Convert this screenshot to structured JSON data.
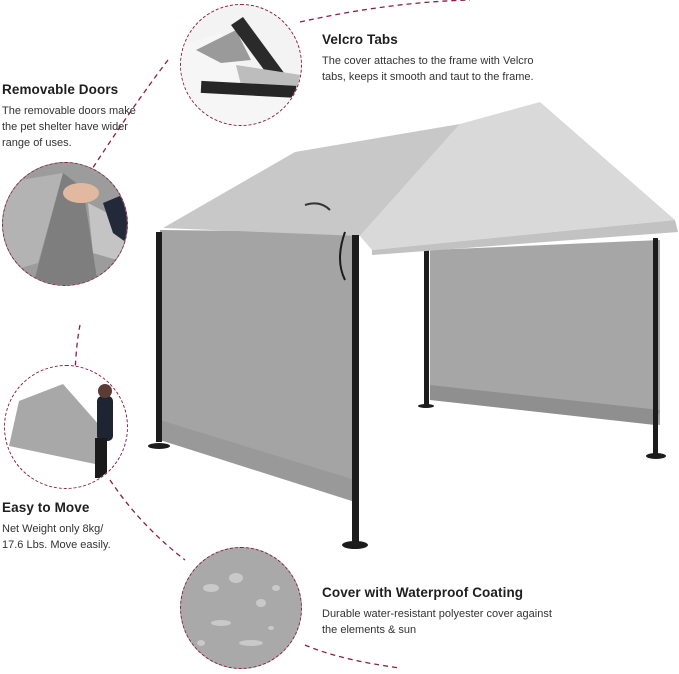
{
  "features": [
    {
      "id": "velcro",
      "title": "Velcro Tabs",
      "description_lines": [
        "The cover attaches to the frame with Velcro",
        "tabs, keeps it smooth and taut to the frame."
      ],
      "image": "velcro-strip-closeup"
    },
    {
      "id": "doors",
      "title": "Removable Doors",
      "description_lines": [
        "The removable doors make",
        "the pet shelter have wider",
        "range of uses."
      ],
      "image": "hand-lifting-door-panel"
    },
    {
      "id": "move",
      "title": "Easy to Move",
      "description_lines": [
        "Net Weight only 8kg/",
        "17.6 Lbs. Move easily."
      ],
      "image": "person-carrying-shelter"
    },
    {
      "id": "waterproof",
      "title": "Cover with Waterproof Coating",
      "description_lines": [
        "Durable water-resistant polyester cover against",
        "the elements & sun"
      ],
      "image": "water-droplets-on-fabric"
    }
  ],
  "product": {
    "image": "grey-pet-shelter-canopy"
  },
  "colors": {
    "dash": "#8a1f4a",
    "canopy_light": "#d6d6d6",
    "canopy_mid": "#b9b9b9",
    "wall": "#a4a4a4",
    "frame": "#1c1c1c"
  }
}
